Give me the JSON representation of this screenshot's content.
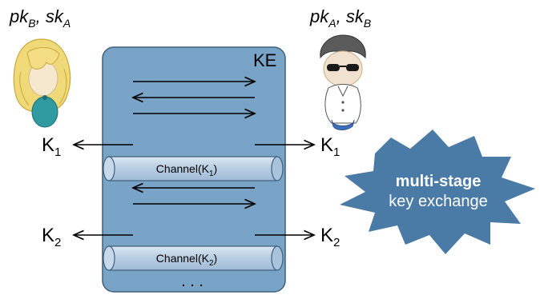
{
  "alice": {
    "label_a": "pk",
    "label_a_sub": "B",
    "label_sep": ", ",
    "label_b": "sk",
    "label_b_sub": "A"
  },
  "bob": {
    "label_a": "pk",
    "label_a_sub": "A",
    "label_sep": ", ",
    "label_b": "sk",
    "label_b_sub": "B"
  },
  "ke_box": {
    "label": "KE",
    "fill": "#7aa3c8",
    "stroke": "#3f5f7f"
  },
  "keys": [
    {
      "base": "K",
      "sub": "1"
    },
    {
      "base": "K",
      "sub": "2"
    }
  ],
  "channels": [
    {
      "text": "Channel(K",
      "sub": "1",
      "close": ")"
    },
    {
      "text": "Channel(K",
      "sub": "2",
      "close": ")"
    }
  ],
  "ellipsis": ". . .",
  "starburst": {
    "title": "multi-stage",
    "subtitle": "key exchange",
    "fill": "#4a7aa6"
  }
}
